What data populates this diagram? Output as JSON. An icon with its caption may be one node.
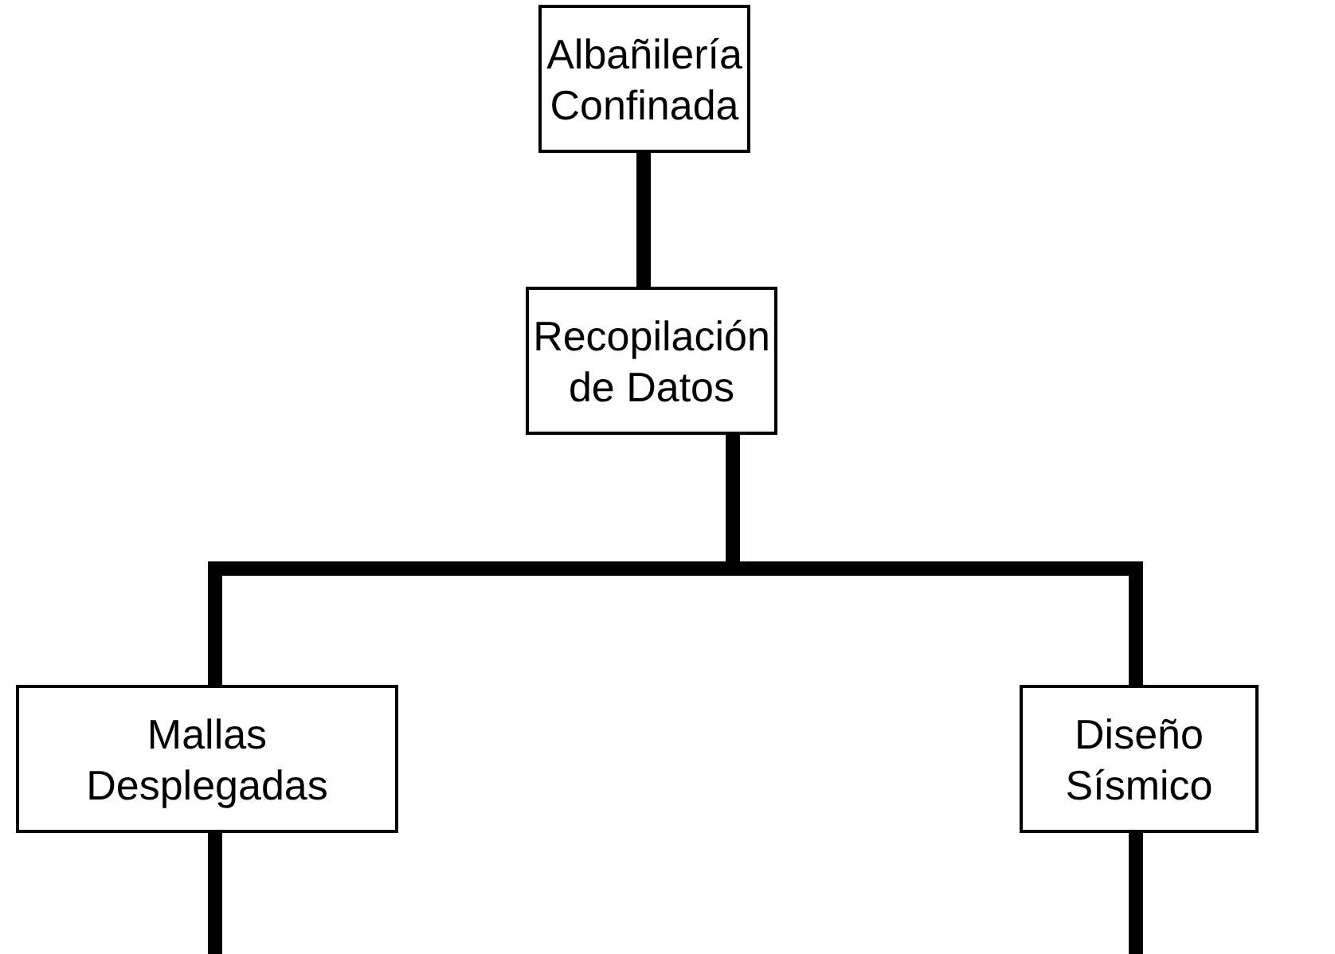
{
  "diagram": {
    "nodes": [
      {
        "text": [
          "Albañilería Confinada"
        ]
      },
      {
        "text": [
          "Recopilación de Datos"
        ]
      },
      {
        "text": [
          "Mallas Desplegadas"
        ]
      },
      {
        "text": [
          "Diseño Sísmico"
        ]
      }
    ],
    "edges": [
      {
        "from": 0,
        "to": 1,
        "arrow": "none"
      },
      {
        "from": 1,
        "to": 2,
        "arrow": "none"
      },
      {
        "from": 1,
        "to": 3,
        "arrow": "none"
      },
      {
        "from": 2,
        "to": null,
        "arrow": "none"
      },
      {
        "from": 3,
        "to": null,
        "arrow": "none"
      }
    ]
  }
}
